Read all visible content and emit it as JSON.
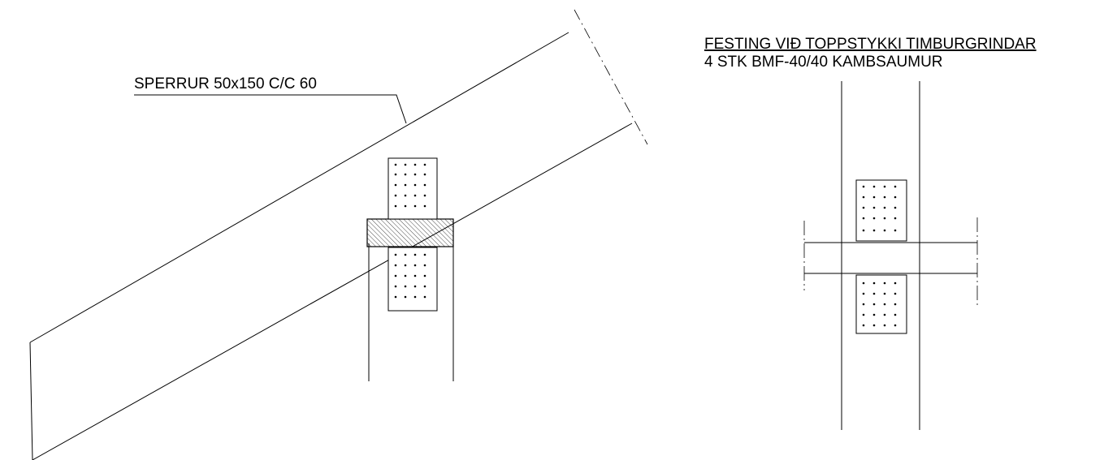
{
  "labels": {
    "rafter": "SPERRUR 50x150 C/C 60",
    "detail_title": "FESTING VIÐ TOPPSTYKKI TIMBURGRINDAR",
    "detail_subtitle": "4 STK BMF-40/40 KAMBSAUMUR"
  },
  "colors": {
    "line": "#000000",
    "background": "#ffffff"
  }
}
